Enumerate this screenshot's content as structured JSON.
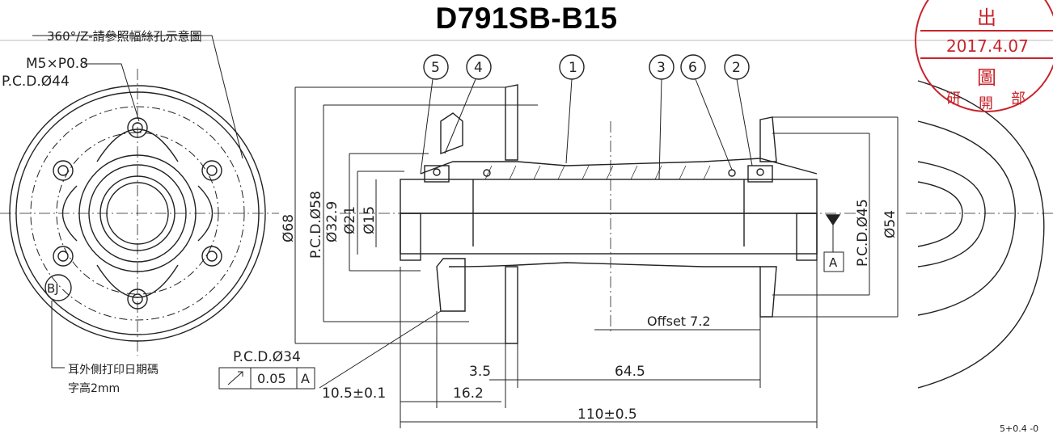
{
  "title": "D791SB-B15",
  "labels": {
    "angle_note": "360°/Z-請參照幅絲孔示意圖",
    "thread": "M5×P0.8",
    "pcd44": "P.C.D.Ø44",
    "bj": "BJ",
    "date_note_1": "耳外側打印日期碼",
    "date_note_2": "字高2mm",
    "dia68": "Ø68",
    "pcd58": "P.C.D.Ø58",
    "dia32_9": "Ø32.9",
    "dia21": "Ø21",
    "dia15": "Ø15",
    "pcd45": "P.C.D.Ø45",
    "dia54": "Ø54",
    "datum_a": "A",
    "offset": "Offset 7.2",
    "pcd34": "P.C.D.Ø34",
    "runout_tol": "0.05",
    "runout_ref": "A",
    "dim_3_5": "3.5",
    "dim_64_5": "64.5",
    "dim_10_5": "10.5±0.1",
    "dim_16_2": "16.2",
    "dim_110": "110±0.5",
    "corner_tol": "5+0.4 -0"
  },
  "balloons": [
    "5",
    "4",
    "1",
    "3",
    "6",
    "2"
  ],
  "stamp": {
    "date": "2017.4.07",
    "char_top": "出",
    "char_mid": "圖",
    "char_dept_1": "研",
    "char_dept_2": "開",
    "char_dept_3": "部"
  },
  "colors": {
    "line": "#222222",
    "stamp": "#c8242b"
  }
}
